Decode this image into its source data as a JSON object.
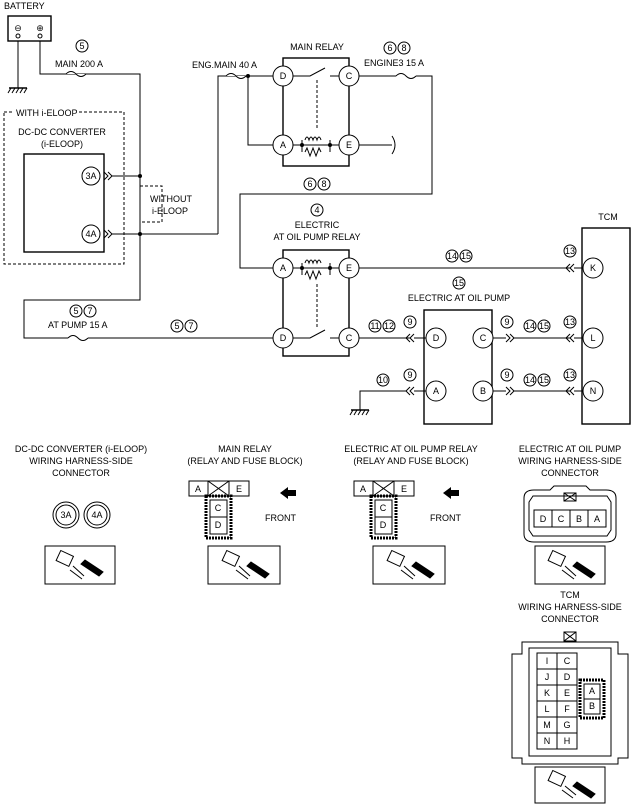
{
  "labels": {
    "battery": "BATTERY",
    "main200": "MAIN 200 A",
    "engmain40": "ENG.MAIN 40 A",
    "mainrelay": "MAIN RELAY",
    "engine3": "ENGINE3 15 A",
    "with_ieloop": "WITH i-ELOOP",
    "dcdc_l1": "DC-DC CONVERTER",
    "dcdc_l2": "(i-ELOOP)",
    "without_l1": "WITHOUT",
    "without_l2": "i-ELOOP",
    "eaopr_l1": "ELECTRIC",
    "eaopr_l2": "AT OIL PUMP RELAY",
    "tcm": "TCM",
    "eaop": "ELECTRIC AT OIL PUMP",
    "atpump15": "AT PUMP 15 A"
  },
  "circled": {
    "n5": "5",
    "n6": "6",
    "n8": "8",
    "n4": "4",
    "n7": "7",
    "n9": "9",
    "n10": "10",
    "n11": "11",
    "n12": "12",
    "n13": "13",
    "n14": "14",
    "n15": "15"
  },
  "pins": {
    "A": "A",
    "B": "B",
    "C": "C",
    "D": "D",
    "E": "E",
    "F": "F",
    "G": "G",
    "H": "H",
    "I": "I",
    "J": "J",
    "K": "K",
    "L": "L",
    "M": "M",
    "N": "N",
    "p3A": "3A",
    "p4A": "4A"
  },
  "battery_signs": {
    "minus": "⊖",
    "plus": "⊕"
  },
  "connectors": {
    "dcdc": {
      "l1": "DC-DC CONVERTER (i-ELOOP)",
      "l2": "WIRING HARNESS-SIDE",
      "l3": "CONNECTOR"
    },
    "mainrelay": {
      "l1": "MAIN RELAY",
      "l2": "(RELAY AND FUSE BLOCK)"
    },
    "eaopr": {
      "l1": "ELECTRIC AT OIL PUMP RELAY",
      "l2": "(RELAY AND FUSE BLOCK)"
    },
    "eaop": {
      "l1": "ELECTRIC AT OIL PUMP",
      "l2": "WIRING HARNESS-SIDE",
      "l3": "CONNECTOR"
    },
    "tcm": {
      "l1": "TCM",
      "l2": "WIRING HARNESS-SIDE",
      "l3": "CONNECTOR"
    },
    "front": "FRONT"
  }
}
